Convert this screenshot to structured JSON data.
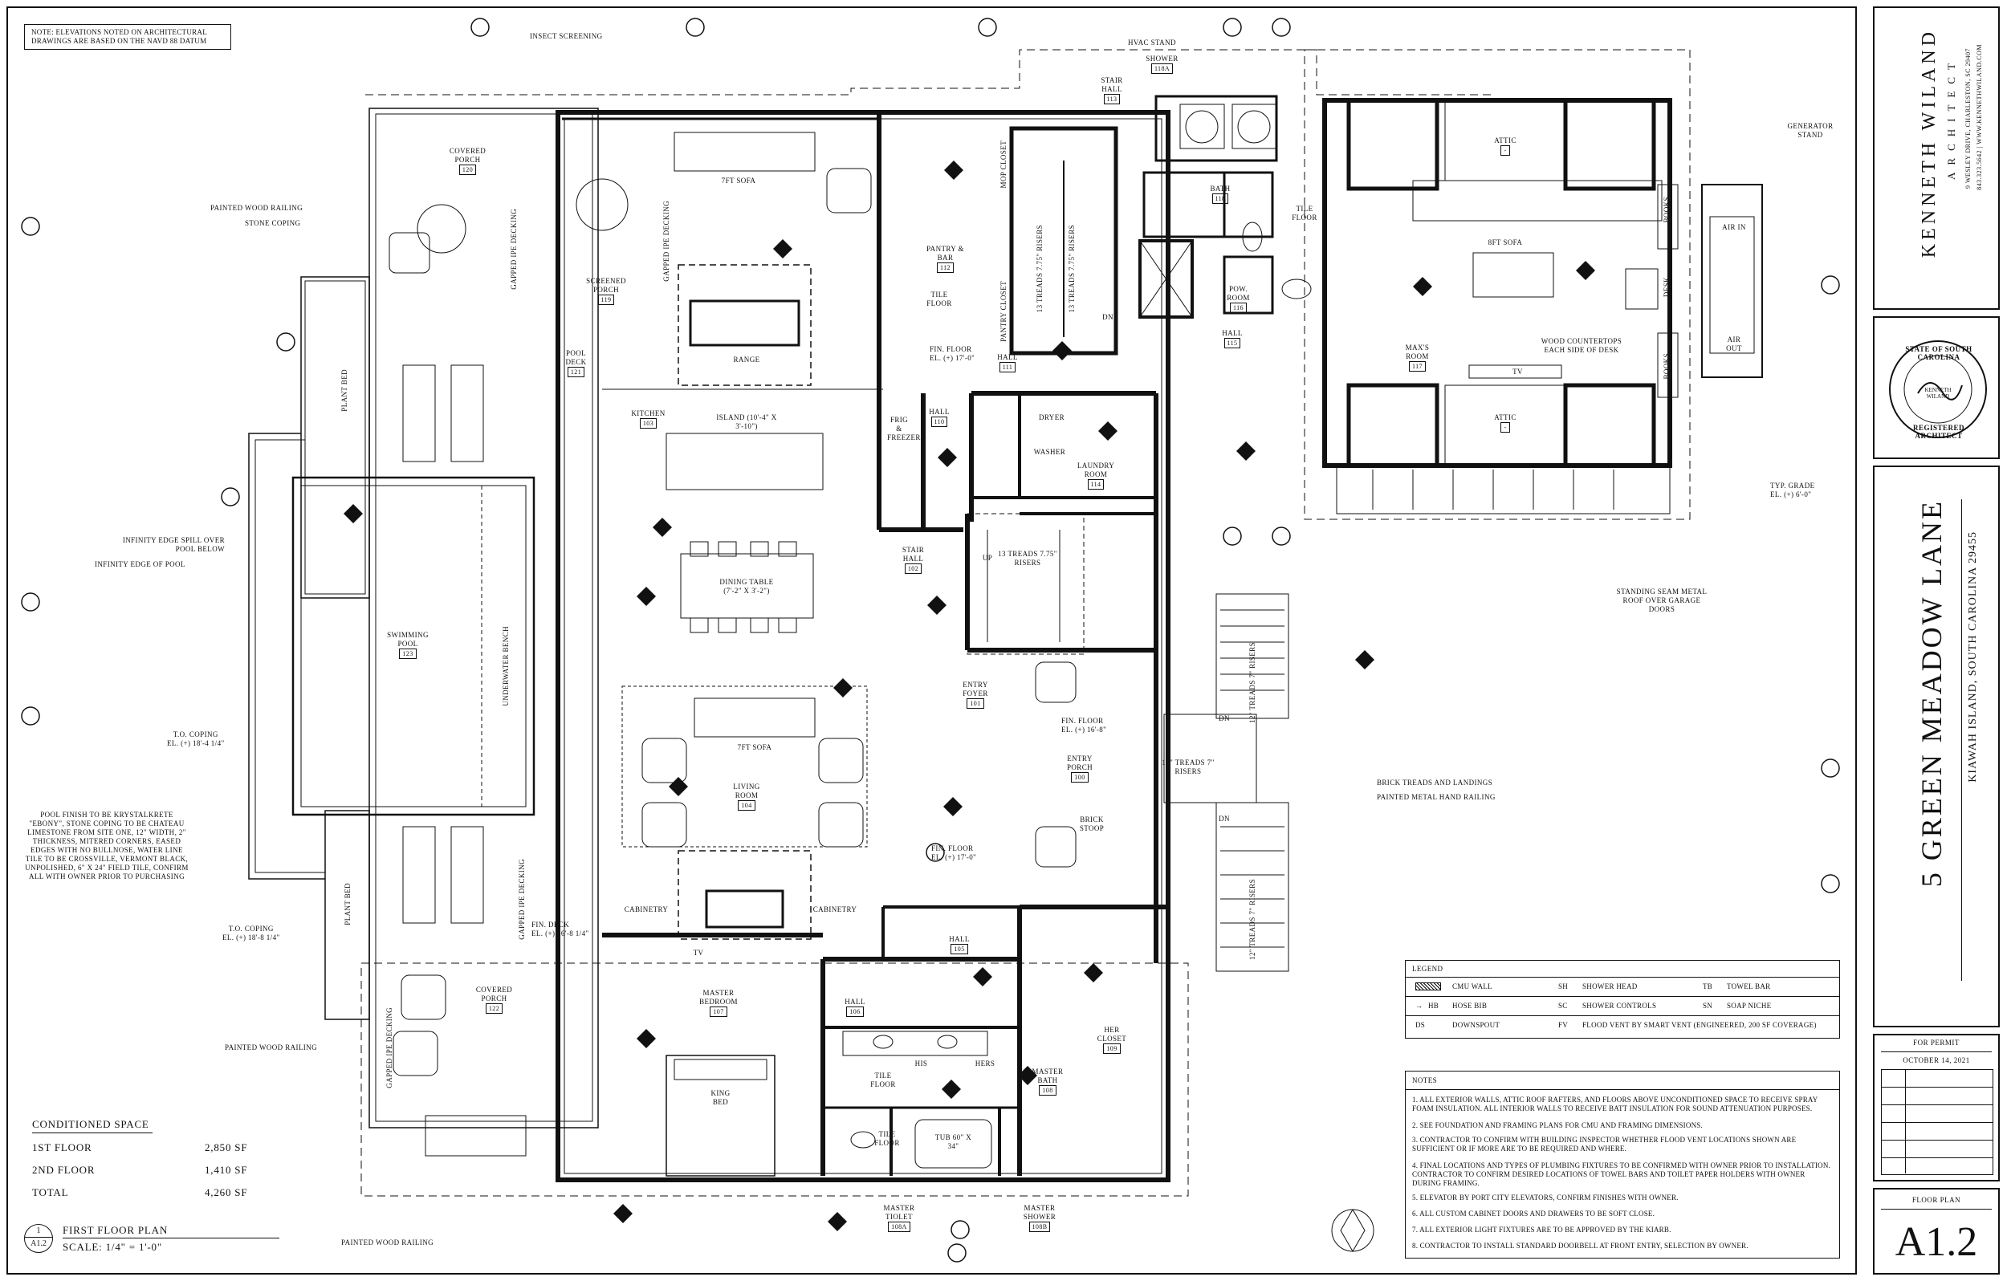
{
  "elevation_note": "NOTE: ELEVATIONS NOTED ON ARCHITECTURAL DRAWINGS ARE BASED ON THE NAVD 88 DATUM",
  "firm": {
    "name": "KENNETH WILAND",
    "subtitle": "ARCHITECT",
    "address": "9 WESLEY DRIVE, CHARLESTON, SC 29407",
    "contact": "843.323.5642 | WWW.KENNETHWILAND.COM"
  },
  "seal": {
    "top_text": "STATE OF SOUTH CAROLINA",
    "bottom_text": "REGISTERED ARCHITECT",
    "center": "KENNETH WILAND"
  },
  "project": {
    "name": "5 GREEN MEADOW LANE",
    "location": "KIAWAH ISLAND, SOUTH CAROLINA 29455"
  },
  "issue": {
    "status": "FOR PERMIT",
    "date": "OCTOBER 14, 2021"
  },
  "sheet": {
    "title": "FLOOR PLAN",
    "number": "A1.2"
  },
  "drawing_title": {
    "number": "1",
    "sheet": "A1.2",
    "name": "FIRST FLOOR PLAN",
    "scale": "SCALE: 1/4\" = 1'-0\""
  },
  "conditioned_space": {
    "heading": "CONDITIONED SPACE",
    "rows": [
      {
        "label": "1ST FLOOR",
        "value": "2,850 SF"
      },
      {
        "label": "2ND FLOOR",
        "value": "1,410 SF"
      },
      {
        "label": "TOTAL",
        "value": "4,260 SF"
      }
    ]
  },
  "legend": {
    "heading": "LEGEND",
    "rows": [
      {
        "c1": "CMU WALL",
        "c2k": "SH",
        "c2": "SHOWER HEAD",
        "c3k": "TB",
        "c3": "TOWEL BAR"
      },
      {
        "c1": "HOSE BIB",
        "c1k": "HB",
        "c2k": "SC",
        "c2": "SHOWER CONTROLS",
        "c3k": "SN",
        "c3": "SOAP NICHE"
      },
      {
        "c1": "DOWNSPOUT",
        "c1k": "DS",
        "c2k": "FV",
        "c2": "FLOOD VENT BY SMART VENT (ENGINEERED, 200 SF COVERAGE)",
        "c3k": "",
        "c3": ""
      }
    ]
  },
  "notes": {
    "heading": "NOTES",
    "items": [
      "1. ALL EXTERIOR WALLS, ATTIC ROOF RAFTERS, AND FLOORS ABOVE UNCONDITIONED SPACE TO RECEIVE SPRAY FOAM INSULATION. ALL INTERIOR WALLS TO RECEIVE BATT INSULATION FOR SOUND ATTENUATION PURPOSES.",
      "2. SEE FOUNDATION AND FRAMING PLANS FOR CMU AND FRAMING DIMENSIONS.",
      "3. CONTRACTOR TO CONFIRM WITH BUILDING INSPECTOR WHETHER FLOOD VENT LOCATIONS SHOWN ARE SUFFICIENT OR IF MORE ARE TO BE REQUIRED AND WHERE.",
      "4. FINAL LOCATIONS AND TYPES OF PLUMBING FIXTURES TO BE CONFIRMED WITH OWNER PRIOR TO INSTALLATION. CONTRACTOR TO CONFIRM DESIRED LOCATIONS OF TOWEL BARS AND TOILET PAPER HOLDERS WITH OWNER DURING FRAMING.",
      "5. ELEVATOR BY PORT CITY ELEVATORS, CONFIRM FINISHES WITH OWNER.",
      "6. ALL CUSTOM CABINET DOORS AND DRAWERS TO BE SOFT CLOSE.",
      "7. ALL EXTERIOR LIGHT FIXTURES ARE TO BE APPROVED BY THE KIARB.",
      "8. CONTRACTOR TO INSTALL STANDARD DOORBELL AT FRONT ENTRY, SELECTION BY OWNER."
    ]
  },
  "callouts": {
    "insect_screening": "INSECT SCREENING",
    "hvac_stand": "HVAC STAND",
    "generator_stand": "GENERATOR STAND",
    "painted_wood_railing": "PAINTED WOOD RAILING",
    "stone_coping": "STONE COPING",
    "infinity_spill": "INFINITY EDGE SPILL OVER POOL BELOW",
    "infinity_edge": "INFINITY EDGE OF POOL",
    "to_coping_1": "T.O. COPING",
    "to_coping_1_el": "EL. (+) 18'-4 1/4\"",
    "to_coping_2": "T.O. COPING",
    "to_coping_2_el": "EL. (+) 18'-8 1/4\"",
    "pool_finish": "POOL FINISH TO BE KRYSTALKRETE \"EBONY\", STONE COPING TO BE CHATEAU LIMESTONE FROM SITE ONE, 12\" WIDTH, 2\" THICKNESS, MITERED CORNERS, EASED EDGES WITH NO BULLNOSE, WATER LINE TILE TO BE CROSSVILLE, VERMONT BLACK, UNPOLISHED, 6\" X 24\" FIELD TILE, CONFIRM ALL WITH OWNER PRIOR TO PURCHASING",
    "painted_wood_railing_2": "PAINTED WOOD RAILING",
    "painted_wood_railing_3": "PAINTED WOOD RAILING",
    "wood_countertops": "WOOD COUNTERTOPS EACH SIDE OF DESK",
    "standing_seam": "STANDING SEAM METAL ROOF OVER GARAGE DOORS",
    "brick_treads": "BRICK TREADS AND LANDINGS",
    "painted_metal": "PAINTED METAL HAND RAILING",
    "typ_grade": "TYP. GRADE",
    "typ_grade_el": "EL. (+) 6'-0\"",
    "fin_floor_1": "FIN. FLOOR",
    "fin_floor_1_el": "EL. (+) 17'-0\"",
    "fin_floor_2": "FIN. FLOOR",
    "fin_floor_2_el": "EL. (+) 16'-8\"",
    "fin_floor_3": "FIN. FLOOR",
    "fin_floor_3_el": "EL. (+) 17'-0\"",
    "fin_deck": "FIN. DECK",
    "fin_deck_el": "EL. (+) 16'-8 1/4\""
  },
  "rooms": {
    "covered_porch_top": {
      "name": "COVERED PORCH",
      "num": "120"
    },
    "screened_porch": {
      "name": "SCREENED PORCH",
      "num": "119"
    },
    "pool_deck": {
      "name": "POOL DECK",
      "num": "121"
    },
    "swimming_pool": {
      "name": "SWIMMING POOL",
      "num": "123"
    },
    "covered_porch_bottom": {
      "name": "COVERED PORCH",
      "num": "122"
    },
    "pantry": {
      "name": "PANTRY & BAR",
      "num": "112"
    },
    "stair_hall_top": {
      "name": "STAIR HALL",
      "num": "113"
    },
    "bath": {
      "name": "BATH",
      "num": "118"
    },
    "shower": {
      "name": "SHOWER",
      "num": "118A"
    },
    "pow_room": {
      "name": "POW. ROOM",
      "num": "116"
    },
    "hall_115": {
      "name": "HALL",
      "num": "115"
    },
    "hall_111": {
      "name": "HALL",
      "num": "111"
    },
    "hall_110": {
      "name": "HALL",
      "num": "110"
    },
    "kitchen": {
      "name": "KITCHEN",
      "num": "103"
    },
    "island": "ISLAND (10'-4\" X 3'-10\")",
    "dining_table": "DINING TABLE (7'-2\" X 3'-2\")",
    "laundry": {
      "name": "LAUNDRY ROOM",
      "num": "114"
    },
    "stair_hall_102": {
      "name": "STAIR HALL",
      "num": "102"
    },
    "entry_foyer": {
      "name": "ENTRY FOYER",
      "num": "101"
    },
    "entry_porch": {
      "name": "ENTRY PORCH",
      "num": "100"
    },
    "brick_stoop": "BRICK STOOP",
    "living_room": {
      "name": "LIVING ROOM",
      "num": "104"
    },
    "hall_105": {
      "name": "HALL",
      "num": "105"
    },
    "hall_106": {
      "name": "HALL",
      "num": "106"
    },
    "master_bedroom": {
      "name": "MASTER BEDROOM",
      "num": "107"
    },
    "master_bath": {
      "name": "MASTER BATH",
      "num": "108"
    },
    "her_closet": {
      "name": "HER CLOSET",
      "num": "109"
    },
    "master_toilet": {
      "name": "MASTER TIOLET",
      "num": "108A"
    },
    "master_shower": {
      "name": "MASTER SHOWER",
      "num": "108B"
    },
    "max_room": {
      "name": "MAX'S ROOM",
      "num": "117"
    },
    "attic_top": {
      "name": "ATTIC",
      "num": "-"
    },
    "attic_bottom": {
      "name": "ATTIC",
      "num": "-"
    },
    "sofa_top": "7FT SOFA",
    "sofa_living": "7FT SOFA",
    "sofa_max": "8FT SOFA",
    "range": "RANGE",
    "king_bed": "KING BED",
    "tub": "TUB 60\" X 34\"",
    "frig": "FRIG & FREEZER",
    "dryer": "DRYER",
    "washer": "WASHER",
    "mop_closet": "MOP CLOSET",
    "pantry_closet": "PANTRY CLOSET",
    "tile_floor": "TILE FLOOR",
    "desk": "DESK",
    "books": "BOOKS",
    "tv": "TV",
    "cabinetry": "CABINETRY",
    "his": "HIS",
    "hers": "HERS",
    "plant_bed": "PLANT BED",
    "gapped_ipe": "GAPPED IPE DECKING",
    "underwater_bench": "UNDERWATER BENCH",
    "treads_1": "13 TREADS 7.75\" RISERS",
    "treads_2": "12\" TREADS 7\" RISERS",
    "dn": "DN",
    "up": "UP",
    "air_in": "AIR IN",
    "air_out": "AIR OUT"
  }
}
